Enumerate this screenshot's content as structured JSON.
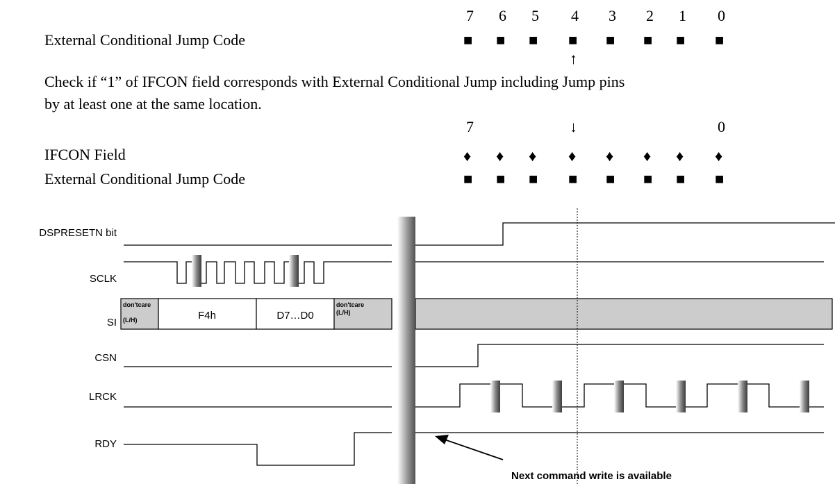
{
  "top_section": {
    "row1_label": "External Conditional Jump Code",
    "bit_numbers": [
      "7",
      "6",
      "5",
      "4",
      "3",
      "2",
      "1",
      "0"
    ],
    "square_glyph": "■",
    "diamond_glyph": "♦",
    "up_arrow": "↑",
    "down_arrow": "↓",
    "check_text_line1": "Check if “1” of IFCON field corresponds with External Conditional Jump including Jump pins",
    "check_text_line2": "by at least one at the same location.",
    "range_high": "7",
    "range_low": "0",
    "row2_label": "IFCON Field",
    "row3_label": "External Conditional Jump Code"
  },
  "timing": {
    "signals": [
      "DSPRESETN bit",
      "SCLK",
      "SI",
      "CSN",
      "LRCK",
      "RDY"
    ],
    "si_fields": {
      "dont_care": "don'tcare",
      "lh": "(L/H)",
      "command": "F4h",
      "data": "D7…D0"
    },
    "annotation": "Next command write is available"
  }
}
